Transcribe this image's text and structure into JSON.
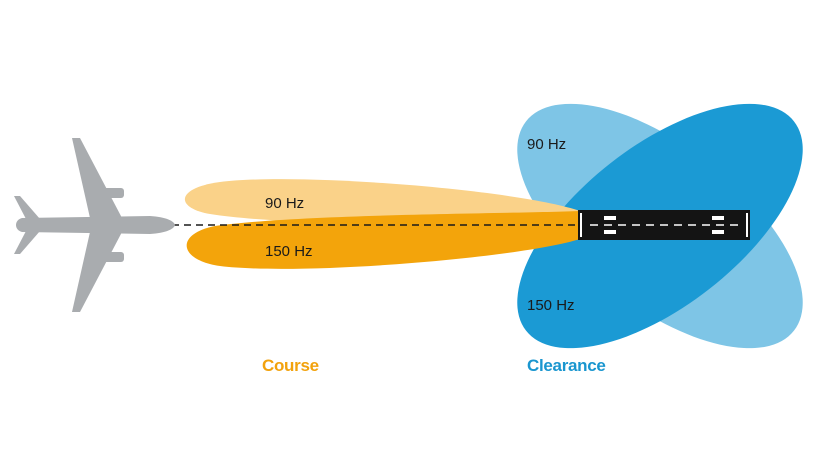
{
  "colors": {
    "course_upper_lobe": "#FAD289",
    "course_lower_lobe": "#F3A40B",
    "clearance_light_lobe": "#7EC5E6",
    "clearance_dark_lobe": "#1B9AD4",
    "course_text": "#F2A20D",
    "clearance_text": "#1A96CF",
    "aircraft": "#A9ACAF",
    "runway": "#141414",
    "centerline": "#1a1a1a"
  },
  "icons": {
    "aircraft": "airplane-icon",
    "runway": "runway-icon"
  },
  "course": {
    "caption": "Course",
    "upper_lobe_label": "90 Hz",
    "lower_lobe_label": "150 Hz"
  },
  "clearance": {
    "caption": "Clearance",
    "upper_lobe_label": "90 Hz",
    "lower_lobe_label": "150 Hz"
  }
}
